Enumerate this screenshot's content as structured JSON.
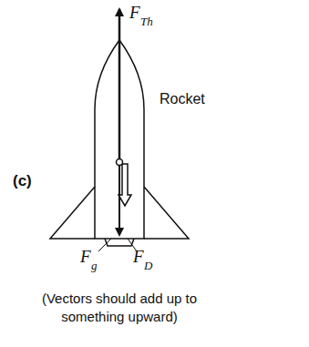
{
  "diagram": {
    "labels": [
      "F⃗",
      "Th",
      "Rocket",
      "(c)",
      "F⃗",
      "g",
      "F⃗",
      "D",
      "(Vectors should add up to something upward)"
    ]
  }
}
